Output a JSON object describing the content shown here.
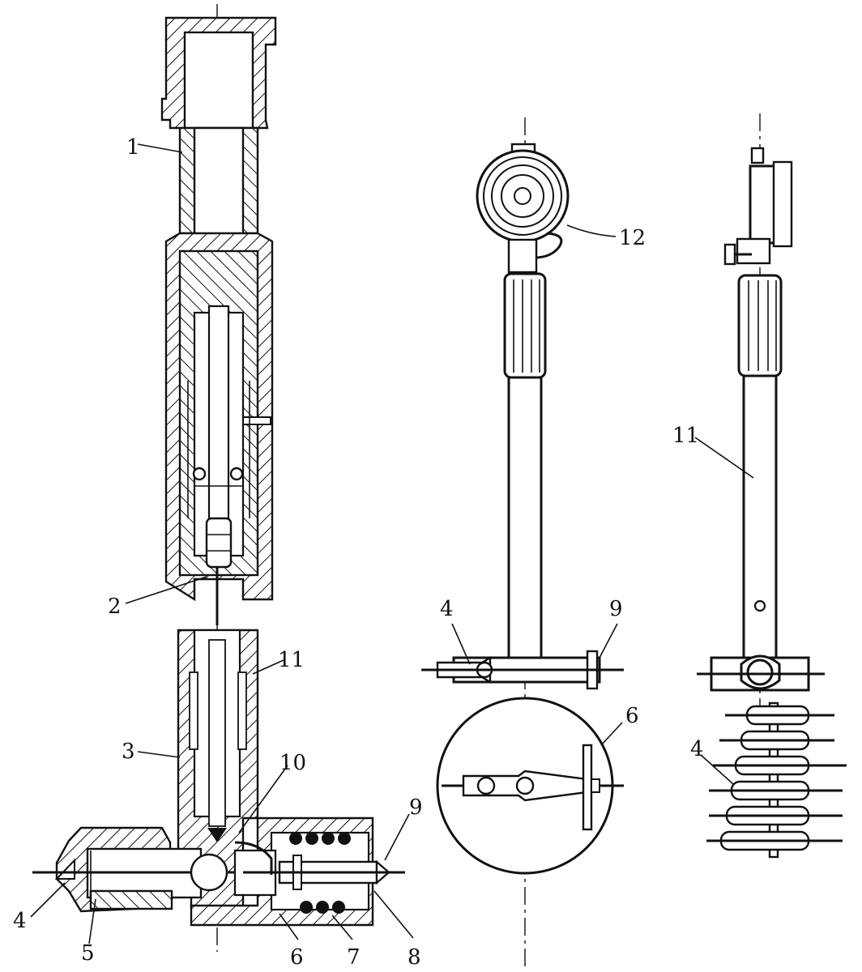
{
  "figure": {
    "callouts": {
      "left": [
        "1",
        "2",
        "11",
        "3",
        "10",
        "9",
        "4",
        "5",
        "6",
        "7",
        "8"
      ],
      "middle": [
        "12",
        "4",
        "9",
        "6"
      ],
      "right": [
        "11",
        "4"
      ]
    }
  }
}
